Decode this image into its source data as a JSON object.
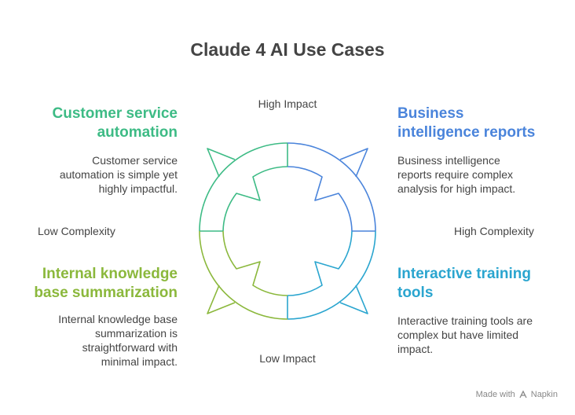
{
  "title": "Claude 4 AI Use Cases",
  "axes": {
    "top": "High Impact",
    "bottom": "Low Impact",
    "left": "Low Complexity",
    "right": "High Complexity"
  },
  "quadrants": {
    "top_left": {
      "title_line1": "Customer service",
      "title_line2": "automation",
      "desc_line1": "Customer service",
      "desc_line2": "automation is simple yet",
      "desc_line3": "highly impactful.",
      "color": "#3dbb85"
    },
    "top_right": {
      "title_line1": "Business",
      "title_line2": "intelligence reports",
      "desc_line1": "Business intelligence",
      "desc_line2": "reports require complex",
      "desc_line3": "analysis for high impact.",
      "color": "#4a84db"
    },
    "bottom_left": {
      "title_line1": "Internal knowledge",
      "title_line2": "base summarization",
      "desc_line1": "Internal knowledge base",
      "desc_line2": "summarization is",
      "desc_line3": "straightforward with",
      "desc_line4": "minimal impact.",
      "color": "#8bb83c"
    },
    "bottom_right": {
      "title_line1": "Interactive training",
      "title_line2": "tools",
      "desc_line1": "Interactive training tools are",
      "desc_line2": "complex but have limited",
      "desc_line3": "impact.",
      "color": "#2aa5cf"
    }
  },
  "footer": {
    "made_with": "Made with",
    "brand": "Napkin",
    "icon": "napkin-logo-icon"
  }
}
